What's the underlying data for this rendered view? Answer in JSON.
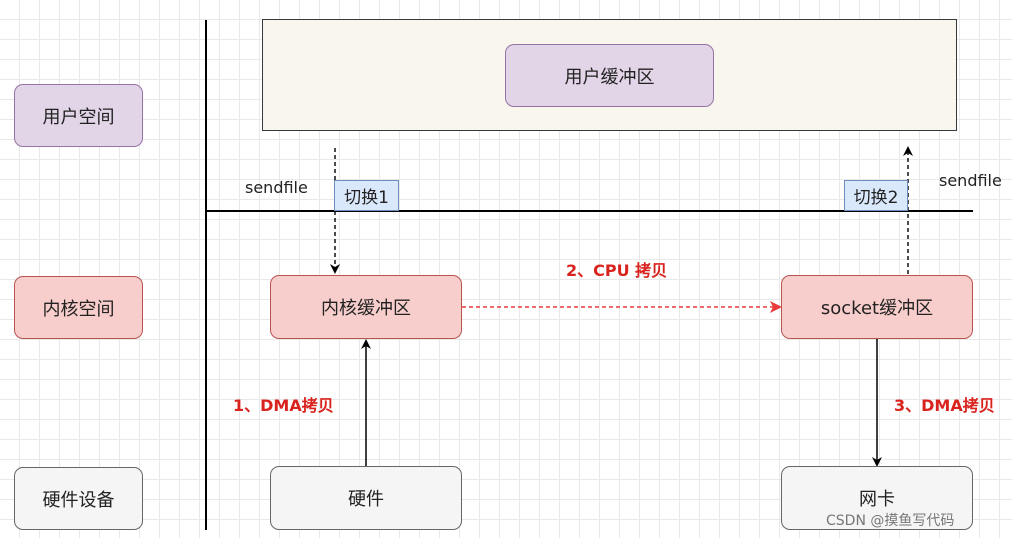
{
  "regions": {
    "user_space": "用户空间",
    "kernel_space": "内核空间",
    "hardware_device": "硬件设备"
  },
  "buffers": {
    "user_buffer": "用户缓冲区",
    "kernel_buffer": "内核缓冲区",
    "socket_buffer": "socket缓冲区",
    "hardware": "硬件",
    "nic": "网卡"
  },
  "switches": {
    "switch1": "切换1",
    "switch2": "切换2"
  },
  "calls": {
    "sendfile_left": "sendfile",
    "sendfile_right": "sendfile"
  },
  "copies": {
    "dma_copy_1": "1、DMA拷贝",
    "cpu_copy_2": "2、CPU 拷贝",
    "dma_copy_3": "3、DMA拷贝"
  },
  "watermark": "CSDN @摸鱼写代码",
  "colors": {
    "user": "#e1d5e7",
    "kernel": "#f8cecc",
    "hardware": "#f5f5f5",
    "switch_tag": "#dae8fc",
    "copy_label": "#d9231e"
  }
}
